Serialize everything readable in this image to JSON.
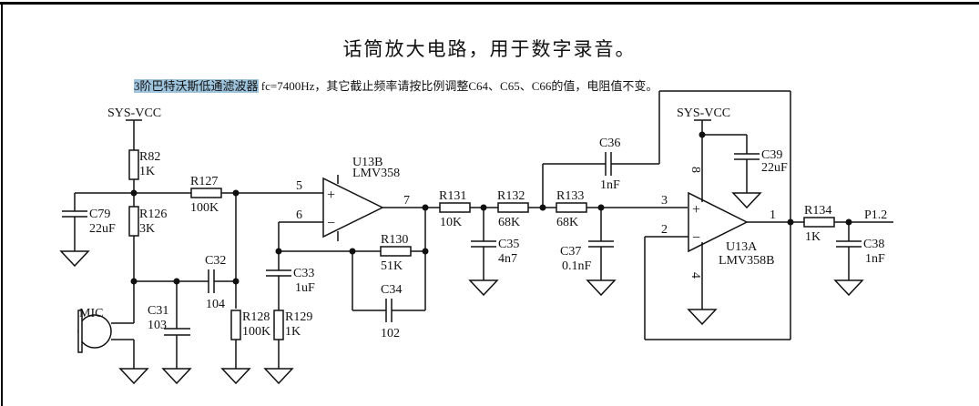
{
  "title": "话筒放大电路，用于数字录音。",
  "note": {
    "highlighted": "3阶巴特沃斯低通滤波器",
    "rest": " fc=7400Hz，其它截止频率请按比例调整C64、C65、C66的值，电阻值不变。"
  },
  "nets": {
    "vcc_left": "SYS-VCC",
    "vcc_right": "SYS-VCC",
    "output": "P1.2"
  },
  "components": {
    "R82": {
      "ref": "R82",
      "value": "1K"
    },
    "R126": {
      "ref": "R126",
      "value": "3K"
    },
    "R127": {
      "ref": "R127",
      "value": "100K"
    },
    "R128": {
      "ref": "R128",
      "value": "100K"
    },
    "R129": {
      "ref": "R129",
      "value": "1K"
    },
    "R130": {
      "ref": "R130",
      "value": "51K"
    },
    "R131": {
      "ref": "R131",
      "value": "10K"
    },
    "R132": {
      "ref": "R132",
      "value": "68K"
    },
    "R133": {
      "ref": "R133",
      "value": "68K"
    },
    "R134": {
      "ref": "R134",
      "value": "1K"
    },
    "C79": {
      "ref": "C79",
      "value": "22uF"
    },
    "C31": {
      "ref": "C31",
      "value": "103"
    },
    "C32": {
      "ref": "C32",
      "value": "104"
    },
    "C33": {
      "ref": "C33",
      "value": "1uF"
    },
    "C34": {
      "ref": "C34",
      "value": "102"
    },
    "C35": {
      "ref": "C35",
      "value": "4n7"
    },
    "C36": {
      "ref": "C36",
      "value": "1nF"
    },
    "C37": {
      "ref": "C37",
      "value": "0.1nF"
    },
    "C38": {
      "ref": "C38",
      "value": "1nF"
    },
    "C39": {
      "ref": "C39",
      "value": "22uF"
    },
    "MIC": {
      "ref": "MIC"
    },
    "U13B": {
      "ref": "U13B",
      "value": "LMV358"
    },
    "U13A": {
      "ref": "U13A",
      "value": "LMV358B"
    }
  },
  "pins": {
    "u13b_plus": "5",
    "u13b_minus": "6",
    "u13b_out": "7",
    "u13a_plus": "3",
    "u13a_minus": "2",
    "u13a_out": "1",
    "u13a_vcc": "8",
    "u13a_gnd": "4"
  },
  "op_symbols": {
    "plus": "+",
    "minus": "−"
  }
}
